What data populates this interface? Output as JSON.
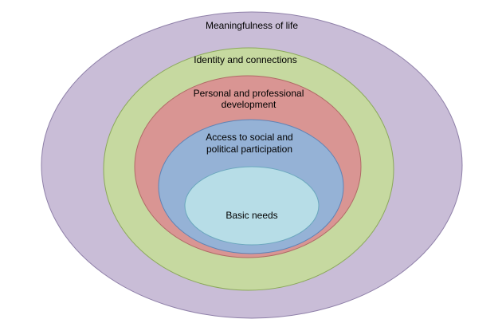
{
  "diagram": {
    "rings": [
      {
        "label_lines": [
          "Meaningfulness  of life"
        ],
        "fill": "#c9bdd7",
        "stroke": "#8e7fa8"
      },
      {
        "label_lines": [
          "Identity and connections"
        ],
        "fill": "#c6d9a0",
        "stroke": "#8aa85a"
      },
      {
        "label_lines": [
          "Personal and professional",
          "development"
        ],
        "fill": "#d99593",
        "stroke": "#b06a66"
      },
      {
        "label_lines": [
          "Access to social and",
          "political participation"
        ],
        "fill": "#95b2d6",
        "stroke": "#5f83b5"
      },
      {
        "label_lines": [
          "Basic needs"
        ],
        "fill": "#b7dde7",
        "stroke": "#6aa7bd"
      }
    ]
  }
}
